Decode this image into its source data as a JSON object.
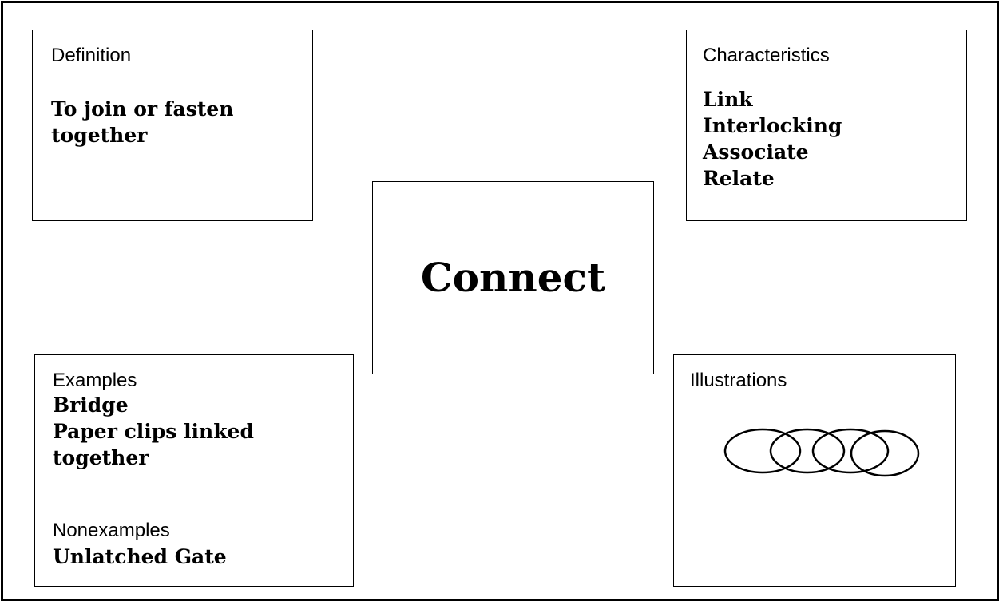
{
  "center": {
    "word": "Connect"
  },
  "definition": {
    "heading": "Definition",
    "lines": [
      "To join or fasten",
      "together"
    ]
  },
  "characteristics": {
    "heading": "Characteristics",
    "items": [
      "Link",
      "Interlocking",
      "Associate",
      "Relate"
    ]
  },
  "examples": {
    "heading": "Examples",
    "items": [
      "Bridge",
      "Paper clips linked",
      "together"
    ],
    "nonexamples_heading": "Nonexamples",
    "nonexamples": [
      "Unlatched Gate"
    ]
  },
  "illustrations": {
    "heading": "Illustrations",
    "icon": "interlocking-rings-icon"
  }
}
